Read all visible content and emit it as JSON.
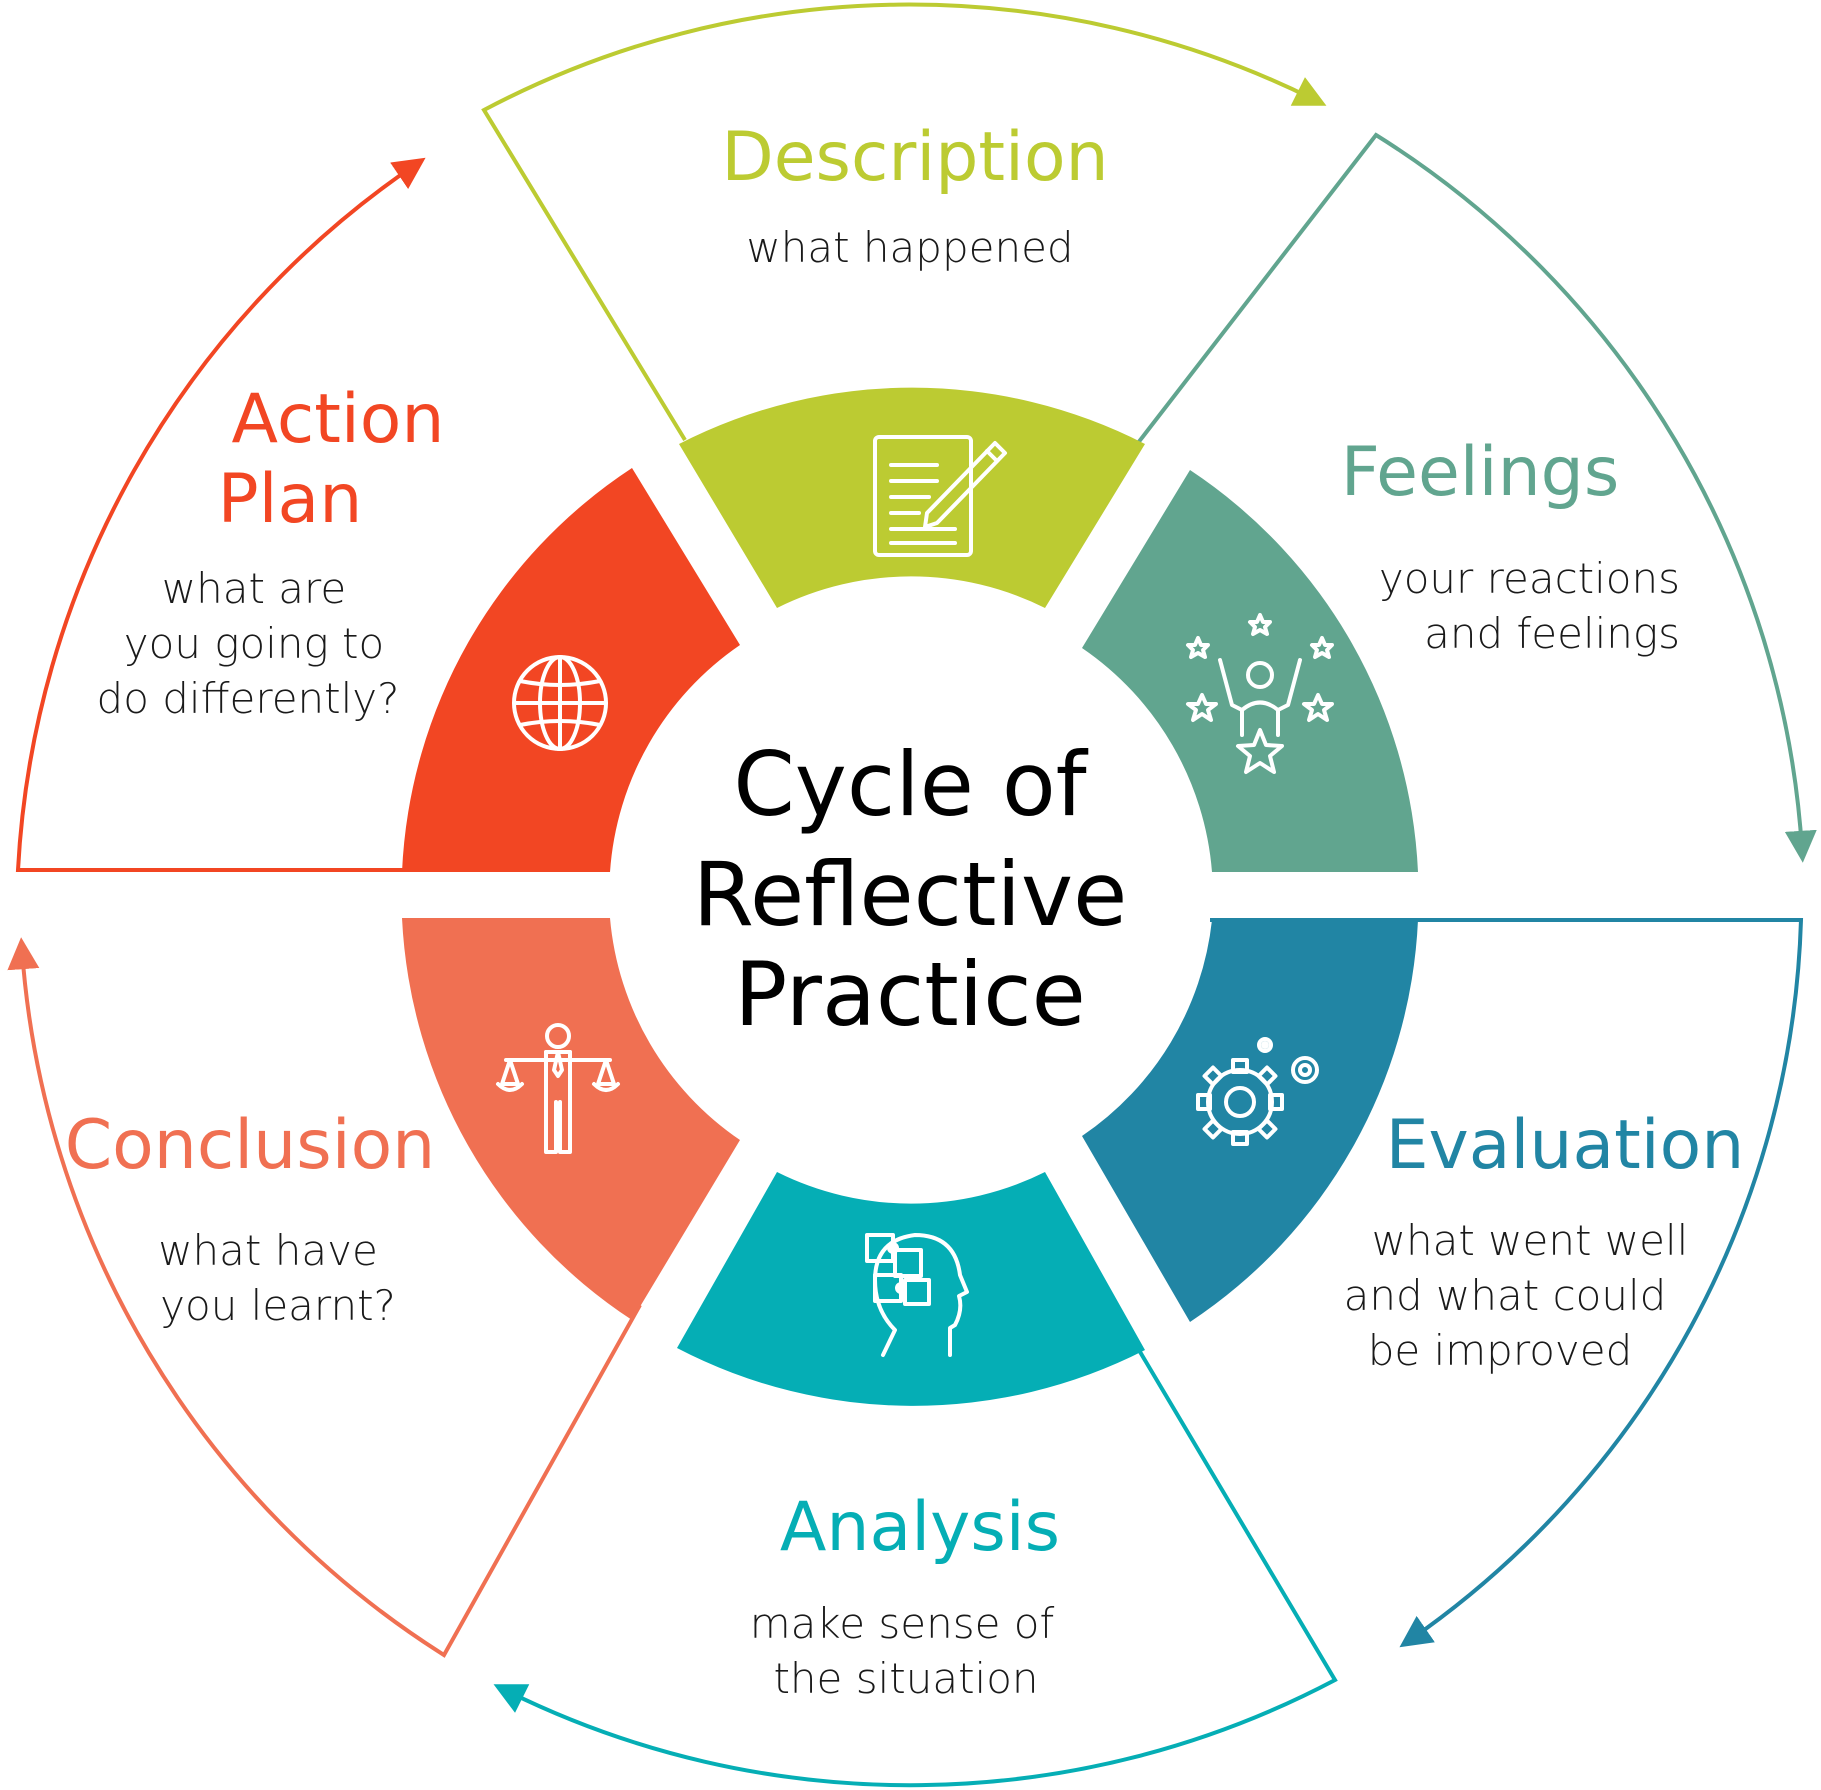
{
  "center": {
    "lines": [
      "Cycle of",
      "Reflective",
      "Practice"
    ]
  },
  "stages": {
    "description": {
      "title": "Description",
      "sub": [
        "what happened"
      ],
      "color": "#BCCB32",
      "icon": "document-pencil-icon"
    },
    "feelings": {
      "title": "Feelings",
      "sub": [
        "your reactions",
        "and feelings"
      ],
      "color": "#61A58F",
      "icon": "person-stars-icon"
    },
    "evaluation": {
      "title": "Evaluation",
      "sub": [
        "what went well",
        "and what could",
        "be improved"
      ],
      "color": "#2185A4",
      "icon": "gears-icon"
    },
    "analysis": {
      "title": "Analysis",
      "sub": [
        "make sense of",
        "the situation"
      ],
      "color": "#05AEB5",
      "icon": "head-puzzle-icon"
    },
    "conclusion": {
      "title": "Conclusion",
      "sub": [
        "what have",
        "you learnt?"
      ],
      "color": "#F07052",
      "icon": "person-scales-icon"
    },
    "action": {
      "title": [
        "Action",
        "Plan"
      ],
      "sub": [
        "what are",
        "you going to",
        "do differently?"
      ],
      "color": "#F24623",
      "icon": "globe-icon"
    }
  }
}
